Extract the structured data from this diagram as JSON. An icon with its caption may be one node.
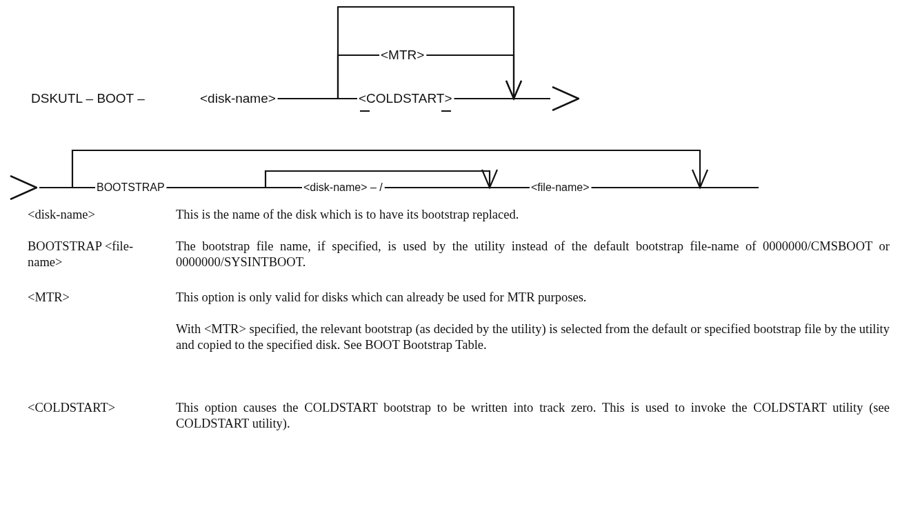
{
  "diagram": {
    "nodes": [
      {
        "text": [
          "DSKUTL – BOOT –"
        ]
      },
      {
        "text": [
          "<disk-name>"
        ]
      },
      {
        "text": [
          "<MTR>"
        ]
      },
      {
        "text": [
          "<COLDSTART>"
        ]
      },
      {
        "text": [],
        "shape": "chevron"
      },
      {
        "text": [],
        "shape": "chevron"
      },
      {
        "text": [
          "BOOTSTRAP"
        ]
      },
      {
        "text": [
          "<disk-name> – /"
        ]
      },
      {
        "text": [
          "<file-name>"
        ]
      }
    ],
    "edges": [
      {
        "from": 1,
        "to": 2,
        "arrow": "none"
      },
      {
        "from": 1,
        "to": 3,
        "arrow": "none"
      },
      {
        "from": 1,
        "to": null,
        "arrow": "to"
      },
      {
        "from": 2,
        "to": null,
        "arrow": "to"
      },
      {
        "from": 3,
        "to": 4,
        "arrow": "none"
      },
      {
        "from": 5,
        "to": 6,
        "arrow": "none"
      },
      {
        "from": 5,
        "to": null,
        "arrow": "to"
      },
      {
        "from": 6,
        "to": 7,
        "arrow": "none"
      },
      {
        "from": 6,
        "to": null,
        "arrow": "to"
      },
      {
        "from": 7,
        "to": 8,
        "arrow": "none"
      },
      {
        "from": 8,
        "to": null,
        "arrow": "none"
      }
    ],
    "labels": [
      "<disk-name>",
      "This is the name of the disk which is to have its bootstrap replaced.",
      "BOOTSTRAP <file-name>",
      "The bootstrap file name, if specified, is used by the utility instead of the default bootstrap file-name of 0000000/CMSBOOT or 0000000/SYSINTBOOT.",
      "<MTR>",
      "This option is only valid for disks which can already be used for MTR purposes.",
      "With <MTR> specified, the relevant bootstrap (as decided by the utility) is selected from the default or specified bootstrap file by the utility and copied to the specified disk. See BOOT Bootstrap Table.",
      "<COLDSTART>",
      "This option causes the COLDSTART bootstrap to be written into track zero. This is used to invoke the COLDSTART utility (see COLDSTART utility)."
    ]
  }
}
